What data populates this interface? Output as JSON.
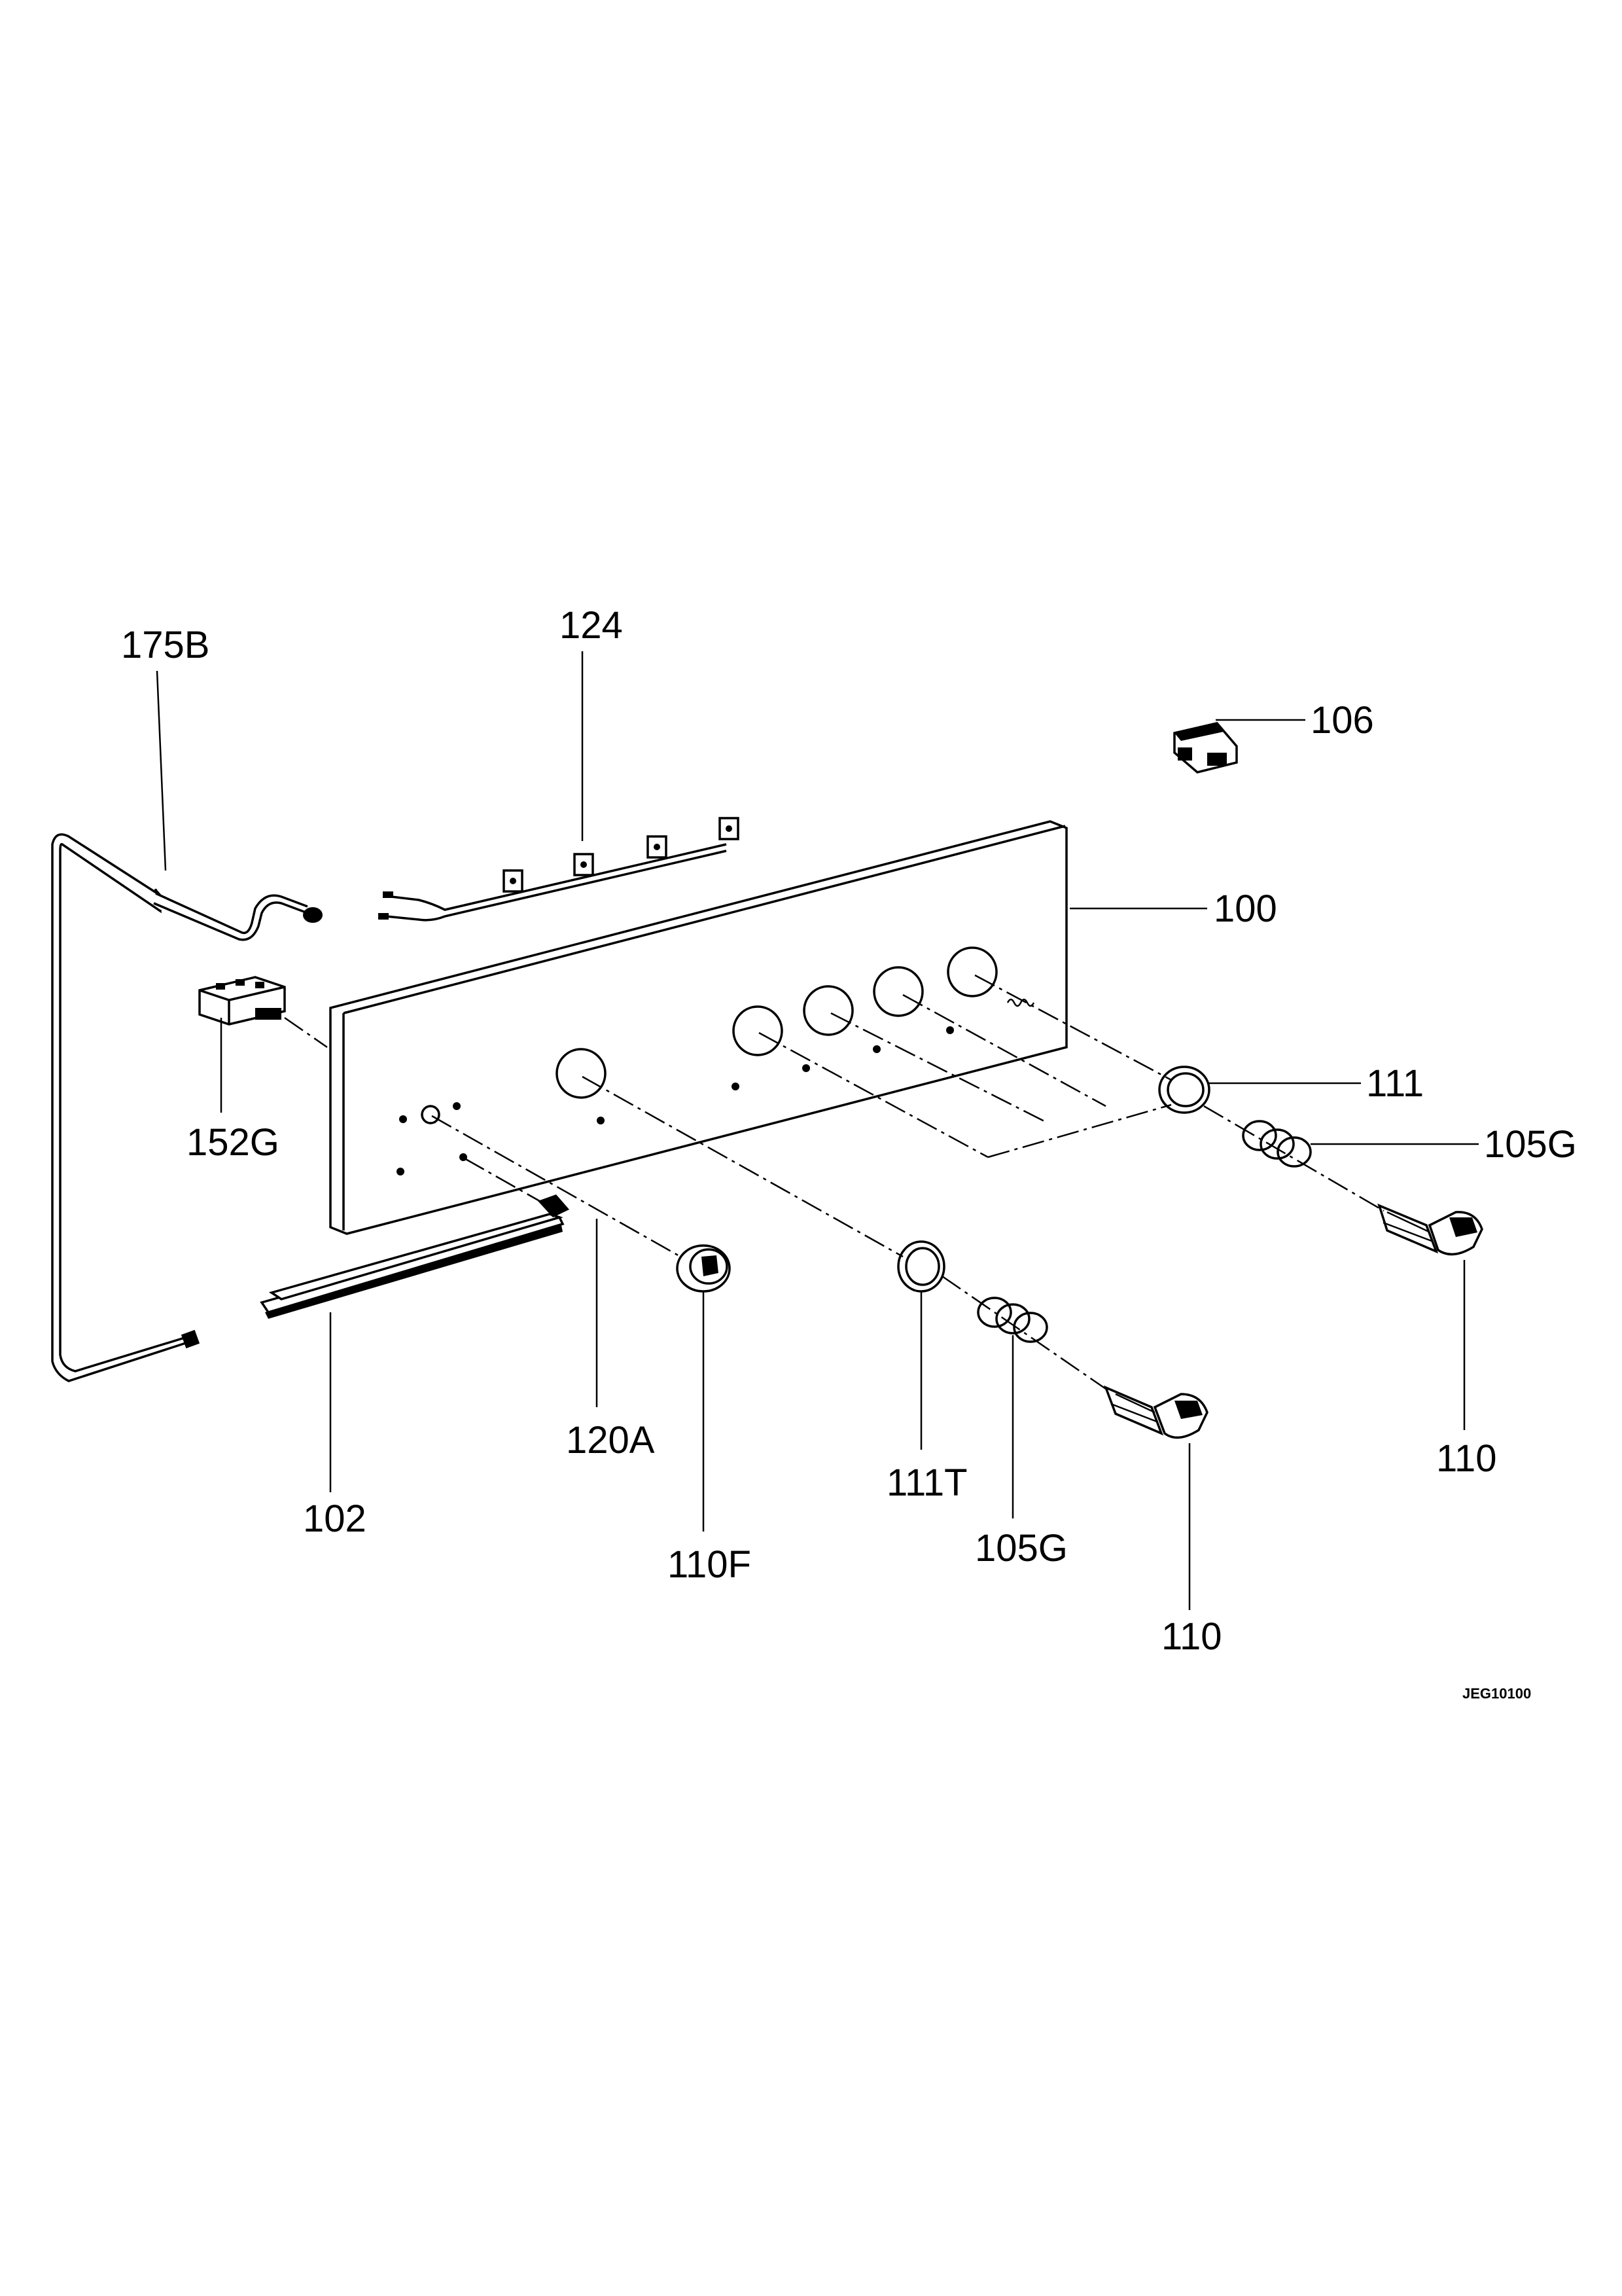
{
  "labels": {
    "l175B": "175B",
    "l124": "124",
    "l106": "106",
    "l100": "100",
    "l152G": "152G",
    "l111": "111",
    "l105G_right": "105G",
    "l110_right": "110",
    "l102": "102",
    "l120A": "120A",
    "l110F": "110F",
    "l111T": "111T",
    "l105G_bottom": "105G",
    "l110_bottom": "110"
  },
  "drawing_code": "JEG10100"
}
